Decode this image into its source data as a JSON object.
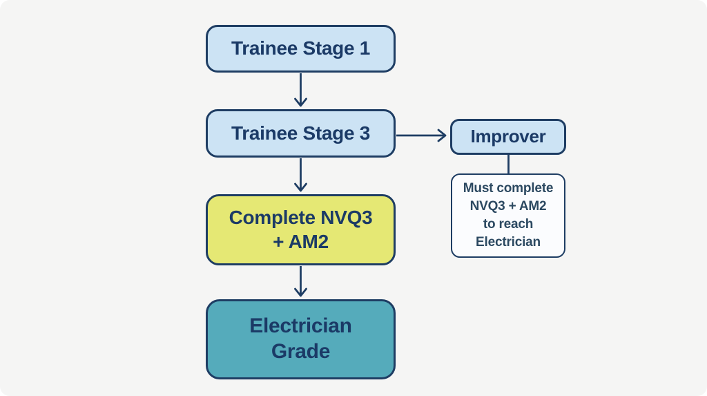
{
  "diagram": {
    "type": "flowchart",
    "background": "#f5f5f4",
    "nodes": {
      "stage1": {
        "label": "Trainee Stage 1"
      },
      "stage3": {
        "label": "Trainee Stage 3"
      },
      "nvq": {
        "line1": "Complete NVQ3",
        "line2": "+ AM2"
      },
      "electrician": {
        "line1": "Electrician",
        "line2": "Grade"
      },
      "improver": {
        "label": "Improver"
      },
      "note": {
        "line1": "Must complete",
        "line2": "NVQ3 + AM2",
        "line3": "to reach",
        "line4": "Electrician"
      }
    },
    "edges": [
      {
        "from": "Trainee Stage 1",
        "to": "Trainee Stage 3",
        "style": "arrow",
        "direction": "down"
      },
      {
        "from": "Trainee Stage 3",
        "to": "Complete NVQ3 + AM2",
        "style": "arrow",
        "direction": "down"
      },
      {
        "from": "Complete NVQ3 + AM2",
        "to": "Electrician Grade",
        "style": "arrow",
        "direction": "down"
      },
      {
        "from": "Trainee Stage 3",
        "to": "Improver",
        "style": "arrow",
        "direction": "right"
      },
      {
        "from": "Improver",
        "to": "Must complete NVQ3 + AM2 to reach Electrician",
        "style": "plain-line",
        "direction": "down"
      }
    ]
  },
  "colors": {
    "bg": "#f5f5f4",
    "node_border": "#1e3d63",
    "node_text": "#1b3a66",
    "stage_fill": "#cce3f4",
    "highlight_fill": "#e5e874",
    "result_fill": "#55abbb",
    "note_fill": "#fbfcfe",
    "note_text": "#2c4961",
    "line_color": "#1e3d63"
  }
}
